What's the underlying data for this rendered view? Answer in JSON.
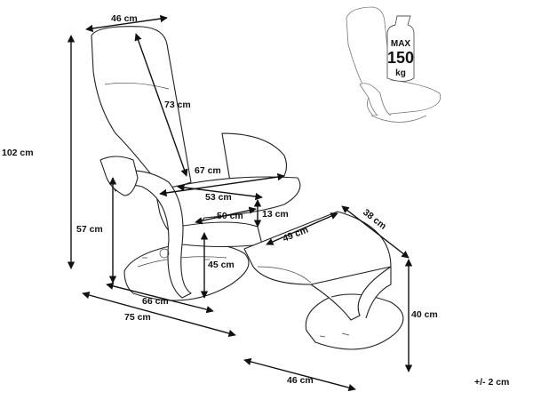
{
  "dimensions": {
    "backrest_width": "46 cm",
    "backrest_height": "73 cm",
    "total_height": "102 cm",
    "seat_diagonal": "67 cm",
    "seat_depth": "53 cm",
    "seat_width": "50 cm",
    "seat_thickness": "13 cm",
    "armrest_height": "57 cm",
    "seat_height": "45 cm",
    "base_depth": "66 cm",
    "total_depth": "75 cm",
    "footstool_depth": "38 cm",
    "footstool_width": "49 cm",
    "footstool_height": "40 cm",
    "footstool_base": "46 cm"
  },
  "tolerance": "+/- 2 cm",
  "max_load": {
    "line1": "MAX",
    "line2": "150",
    "line3": "kg"
  }
}
